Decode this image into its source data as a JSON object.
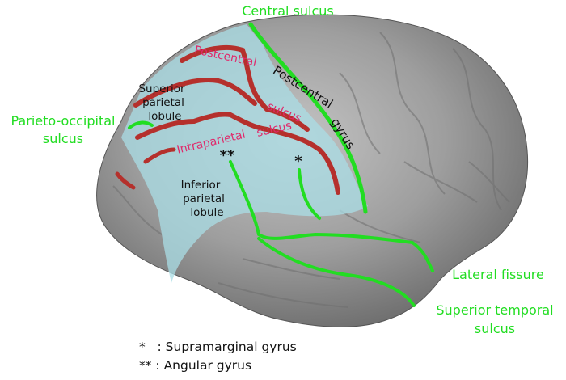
{
  "colors": {
    "sulcus_green": "#22dd22",
    "sulcus_red": "#b5302c",
    "label_pink": "#e0286a",
    "parietal_overlay": "#a9dde6",
    "cortex_grey": "#9a9a9a"
  },
  "labels": {
    "central_sulcus": "Central sulcus",
    "parieto_occipital_1": "Parieto-occipital",
    "parieto_occipital_2": "sulcus",
    "postcentral_sulcus_1": "Postcentral",
    "postcentral_sulcus_2": "sulcus",
    "postcentral_gyrus_1": "Postcentral",
    "postcentral_gyrus_2": "gyrus",
    "superior_parietal_1": "Superior",
    "superior_parietal_2": "parietal",
    "superior_parietal_3": "lobule",
    "intraparietal_1": "Intraparietal",
    "intraparietal_2": "sulcus",
    "inferior_parietal_1": "Inferior",
    "inferior_parietal_2": "parietal",
    "inferior_parietal_3": "lobule",
    "lateral_fissure": "Lateral fissure",
    "superior_temporal_1": "Superior temporal",
    "superior_temporal_2": "sulcus",
    "star_single": "*",
    "star_double": "**"
  },
  "legend": {
    "line1": "*   : Supramarginal gyrus",
    "line2": "** : Angular gyrus"
  }
}
